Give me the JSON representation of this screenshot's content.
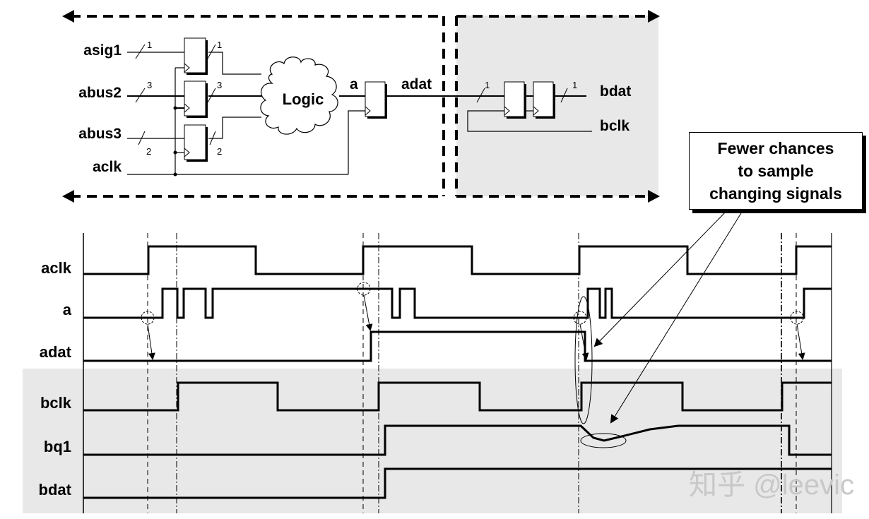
{
  "schematic": {
    "inputs": [
      "asig1",
      "abus2",
      "abus3",
      "aclk"
    ],
    "input_widths": [
      "1",
      "3",
      "2"
    ],
    "output_widths": [
      "1",
      "3",
      "2"
    ],
    "logic_label": "Logic",
    "net_a": "a",
    "net_adat": "adat",
    "sync_in_width": "1",
    "sync_out_width": "1",
    "outputs": [
      "bdat",
      "bclk"
    ]
  },
  "callout": {
    "lines": [
      "Fewer chances",
      "to sample",
      "changing signals"
    ]
  },
  "timing": {
    "signals": [
      {
        "name": "aclk"
      },
      {
        "name": "a"
      },
      {
        "name": "adat"
      },
      {
        "name": "bclk"
      },
      {
        "name": "bq1"
      },
      {
        "name": "bdat"
      }
    ]
  },
  "watermark": "知乎 @leevic",
  "colors": {
    "domain_b_background": "#e8e8e8",
    "line": "#000000",
    "watermark": "#c8c8c8"
  }
}
